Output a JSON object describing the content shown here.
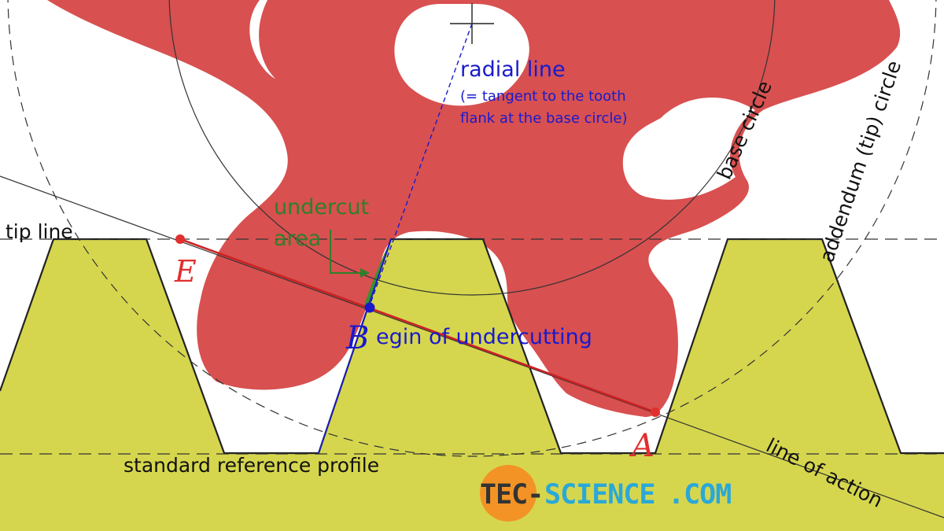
{
  "labels": {
    "radial_line": "radial line",
    "radial_note_1": "(= tangent to the tooth",
    "radial_note_2": "flank at the base circle)",
    "base_circle": "base circle",
    "addendum_circle": "addendum (tip) circle",
    "undercut_1": "undercut",
    "undercut_2": "area",
    "tip_line": "tip line",
    "begin_rest": "egin of undercutting",
    "standard_profile": "standard reference profile",
    "line_of_action": "line of action",
    "point_E": "E",
    "point_B": "B",
    "point_A": "A"
  },
  "logo": {
    "part1": "TEC-",
    "part2": "SCIENCE",
    "part3": ".COM"
  },
  "colors": {
    "gear": "#d85050",
    "rack": "#d5d64e",
    "undercut": "#3d8f30",
    "line_of_action": "#cc2222",
    "radial": "#1a1acc",
    "green_text": "#2f7f2a",
    "logo_orange": "#f39325",
    "logo_blue": "#2aa8d8"
  }
}
